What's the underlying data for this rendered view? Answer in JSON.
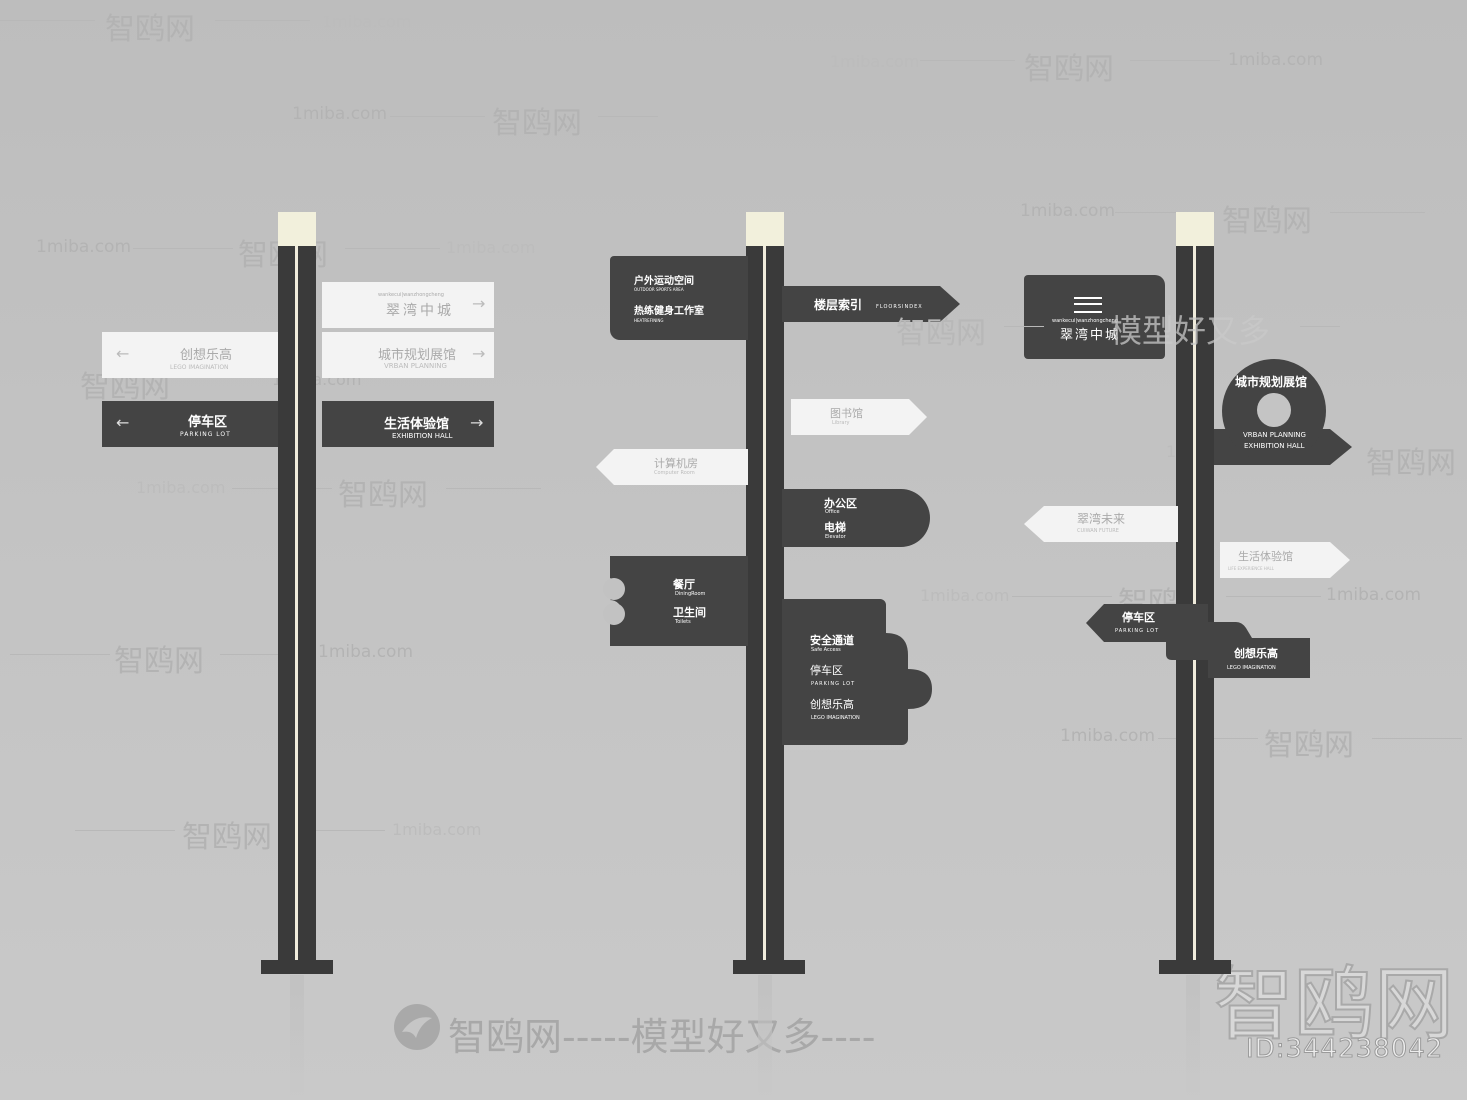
{
  "watermarks": {
    "brand_cn": "智鸥网",
    "site": "1miba.com",
    "slogan": "智鸥网-----模型好又多----",
    "big_logo": "智鸥网",
    "id": "ID:344238042",
    "overlay_slogan": "模型好又多"
  },
  "sign1": {
    "white_top": {
      "tiny": "wankecui|wanzhongcheng",
      "cn": "翠湾中城"
    },
    "white_left": {
      "cn": "创想乐高",
      "en": "LEGO IMAGINATION"
    },
    "white_right": {
      "cn": "城市规划展馆",
      "en": "VRBAN PLANNING"
    },
    "dark_left": {
      "cn": "停车区",
      "en": "PARKING LOT"
    },
    "dark_right": {
      "cn": "生活体验馆",
      "en": "EXHIBITION HALL"
    }
  },
  "sign2": {
    "top_left": {
      "cn1": "户外运动空间",
      "en1": "OUTDOOR SPORTS AREA",
      "cn2": "热练健身工作室",
      "en2": "HEATREFINING"
    },
    "top_right": {
      "cn": "楼层索引",
      "en": "FLOORSINDEX"
    },
    "white_right": {
      "cn": "图书馆",
      "en": "Library"
    },
    "white_left": {
      "cn": "计算机房",
      "en": "Computer Room"
    },
    "office": {
      "cn1": "办公区",
      "en1": "Office",
      "cn2": "电梯",
      "en2": "Elevator"
    },
    "dining": {
      "cn1": "餐厅",
      "en1": "DiningRoom",
      "cn2": "卫生间",
      "en2": "Toilets"
    },
    "bottom": {
      "cn1": "安全通道",
      "en1": "Safe Access",
      "cn2": "停车区",
      "en2": "PARKING LOT",
      "cn3": "创想乐高",
      "en3": "LEGO IMAGINATION"
    }
  },
  "sign3": {
    "top": {
      "tiny": "wankecui|wanzhongcheng",
      "cn": "翠湾中城"
    },
    "circle": {
      "cn": "城市规划展馆",
      "en1": "VRBAN PLANNING",
      "en2": "EXHIBITION HALL"
    },
    "white_left": {
      "cn": "翠湾未来",
      "en": "CUIWAN FUTURE"
    },
    "white_right": {
      "cn": "生活体验馆",
      "en": "LIFE EXPERIENCE HALL"
    },
    "dark_left": {
      "cn": "停车区",
      "en": "PARKING LOT"
    },
    "dark_right": {
      "cn": "创想乐高",
      "en": "LEGO IMAGINATION"
    }
  },
  "colors": {
    "dark_panel": "#444444",
    "pole": "#3a3a3a",
    "light_panel": "#f3f3f3",
    "cap": "#f2f0dc"
  }
}
